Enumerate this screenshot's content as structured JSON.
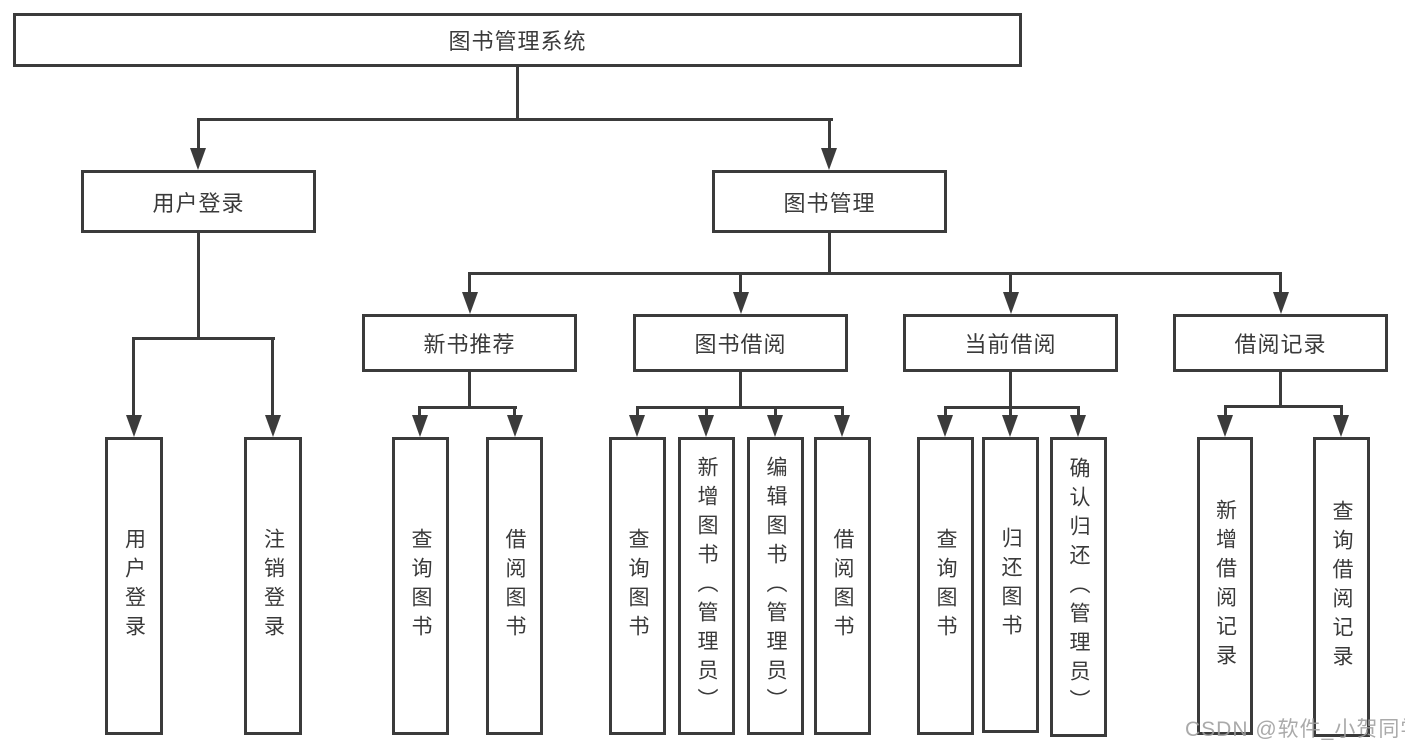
{
  "colors": {
    "line": "#3b3b3b",
    "box_border": "#3b3b3b",
    "text": "#3a3a3a",
    "watermark": "#9e9e9e",
    "background": "#ffffff"
  },
  "tree": {
    "root": {
      "label": "图书管理系统"
    },
    "level2": [
      {
        "label": "用户登录"
      },
      {
        "label": "图书管理"
      }
    ],
    "level3": [
      {
        "label": "新书推荐"
      },
      {
        "label": "图书借阅"
      },
      {
        "label": "当前借阅"
      },
      {
        "label": "借阅记录"
      }
    ],
    "leaves_user": [
      {
        "label": "用户登录"
      },
      {
        "label": "注销登录"
      }
    ],
    "leaves_recommend": [
      {
        "label": "查询图书"
      },
      {
        "label": "借阅图书"
      }
    ],
    "leaves_borrow": [
      {
        "label": "查询图书"
      },
      {
        "label": "新增图书（管理员）"
      },
      {
        "label": "编辑图书（管理员）"
      },
      {
        "label": "借阅图书"
      }
    ],
    "leaves_current": [
      {
        "label": "查询图书"
      },
      {
        "label": "归还图书"
      },
      {
        "label": "确认归还（管理员）"
      }
    ],
    "leaves_records": [
      {
        "label": "新增借阅记录"
      },
      {
        "label": "查询借阅记录"
      }
    ]
  },
  "watermark": {
    "text": "CSDN @软件_小贺同学"
  }
}
